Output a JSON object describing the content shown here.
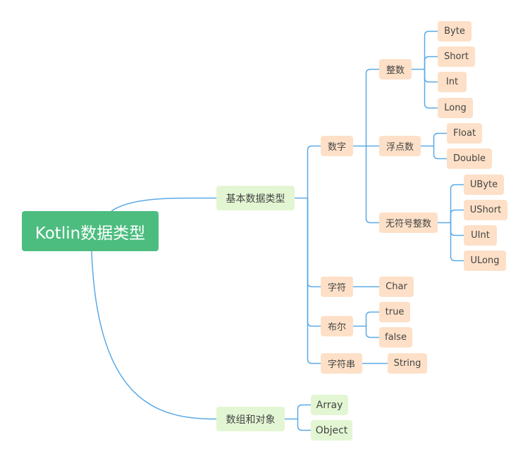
{
  "root": {
    "label": "Kotlin数据类型"
  },
  "branches": [
    {
      "label": "基本数据类型",
      "children": [
        {
          "label": "数字",
          "children": [
            {
              "label": "整数",
              "children": [
                "Byte",
                "Short",
                "Int",
                "Long"
              ]
            },
            {
              "label": "浮点数",
              "children": [
                "Float",
                "Double"
              ]
            },
            {
              "label": "无符号整数",
              "children": [
                "UByte",
                "UShort",
                "UInt",
                "ULong"
              ]
            }
          ]
        },
        {
          "label": "字符",
          "children": [
            "Char"
          ]
        },
        {
          "label": "布尔",
          "children": [
            "true",
            "false"
          ]
        },
        {
          "label": "字符串",
          "children": [
            "String"
          ]
        }
      ]
    },
    {
      "label": "数组和对象",
      "children": [
        "Array",
        "Object"
      ]
    }
  ],
  "colors": {
    "root_fill": "#4cbd7f",
    "level1_fill": "#e3f6d3",
    "level2_fill": "#fde0c7",
    "edge": "#5aa9e6",
    "text": "#444444"
  }
}
